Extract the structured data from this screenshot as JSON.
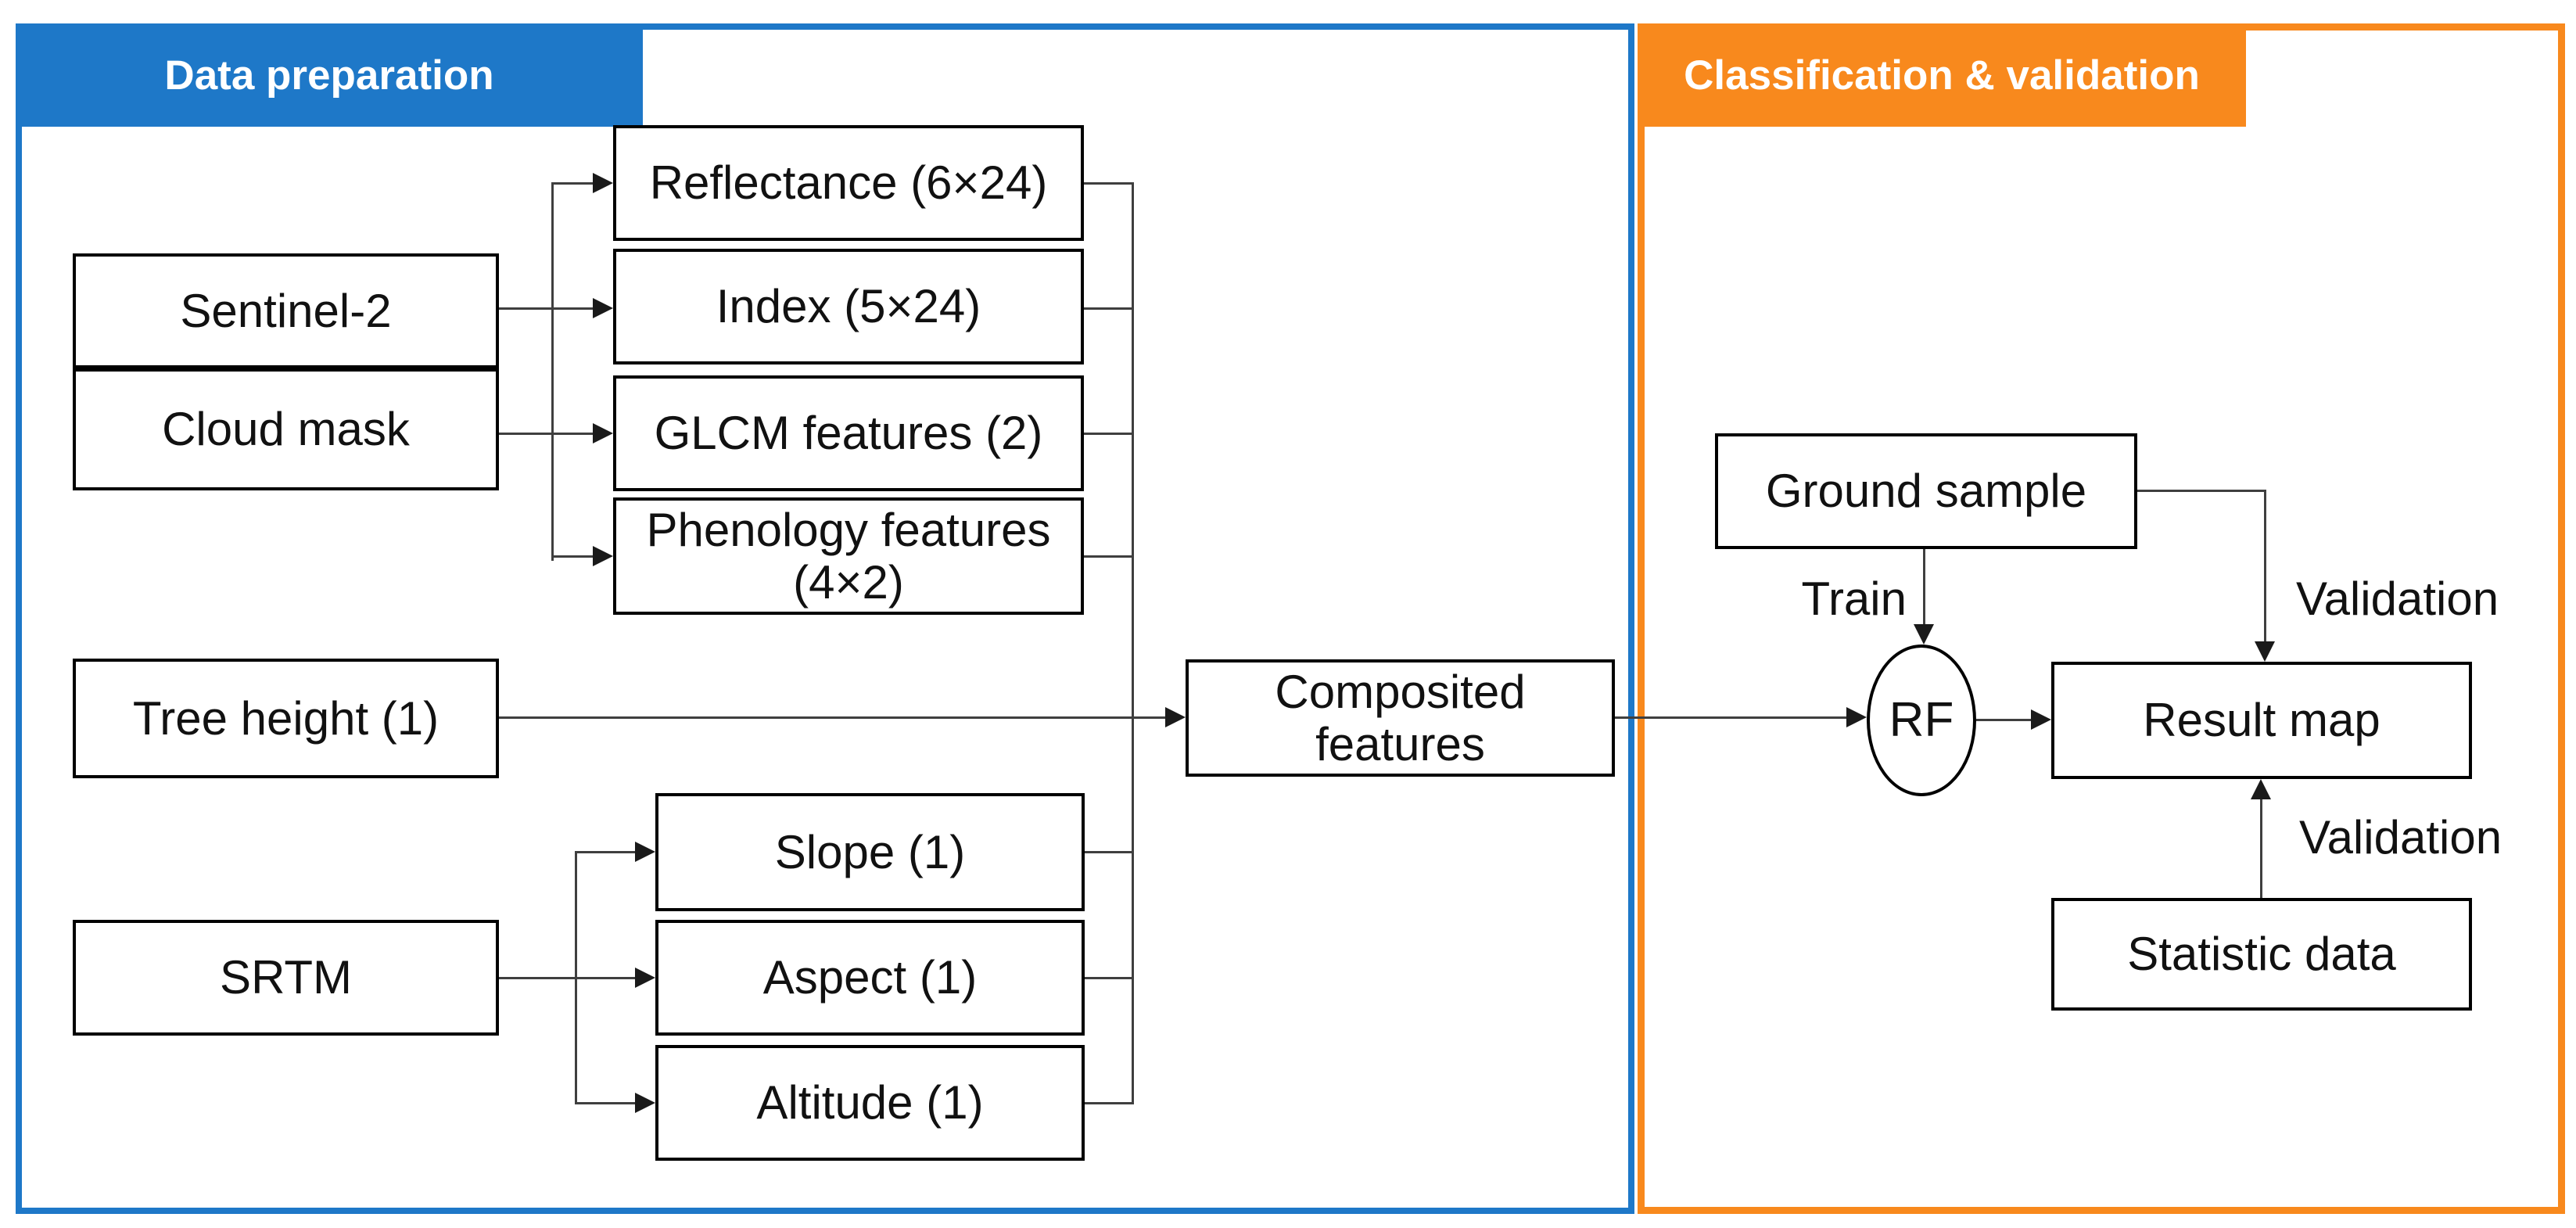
{
  "figure": {
    "type": "flowchart",
    "panels": {
      "left": {
        "title": "Data preparation",
        "color": "#1E78C8"
      },
      "right": {
        "title": "Classification & validation",
        "color": "#F8891D"
      }
    },
    "boxes": {
      "sentinel2": "Sentinel-2",
      "cloud_mask": "Cloud mask",
      "tree_height": "Tree height (1)",
      "srtm": "SRTM",
      "reflectance": "Reflectance (6×24)",
      "index": "Index (5×24)",
      "glcm": "GLCM features (2)",
      "phenology": "Phenology features\n(4×2)",
      "slope": "Slope (1)",
      "aspect": "Aspect (1)",
      "altitude": "Altitude (1)",
      "composited": "Composited\nfeatures",
      "ground_sample": "Ground sample",
      "result_map": "Result map",
      "statistic_data": "Statistic data"
    },
    "process": {
      "rf": "RF"
    },
    "edge_labels": {
      "train": "Train",
      "validation_top": "Validation",
      "validation_bottom": "Validation"
    },
    "colors": {
      "panel_blue": "#1E78C8",
      "panel_orange": "#F8891D",
      "box_border": "#000000",
      "connector": "#3F3F3F",
      "text": "#111111",
      "header_text": "#FFFFFF",
      "background": "#FFFFFF"
    }
  }
}
